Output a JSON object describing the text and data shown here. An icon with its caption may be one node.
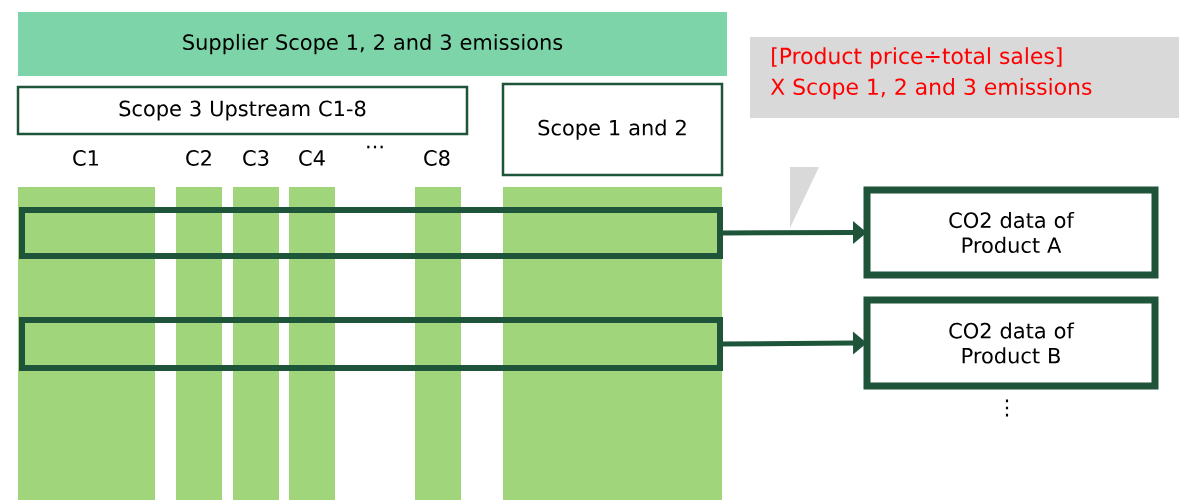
{
  "diagram": {
    "nodes": [
      {
        "text": [
          "Supplier Scope 1, 2 and 3 emissions"
        ]
      },
      {
        "text": [
          "Scope 3 Upstream C1-8"
        ]
      },
      {
        "text": [
          "Scope 1 and 2"
        ]
      },
      {
        "text": [
          "[Product price÷total sales]",
          "X Scope 1, 2 and 3 emissions"
        ]
      },
      {
        "text": [],
        "shape": "bar"
      },
      {
        "text": [],
        "shape": "bar"
      },
      {
        "text": [],
        "shape": "bar"
      },
      {
        "text": [],
        "shape": "bar"
      },
      {
        "text": [],
        "shape": "bar"
      },
      {
        "text": [],
        "shape": "bar"
      },
      {
        "text": [],
        "shape": "box"
      },
      {
        "text": [],
        "shape": "box"
      },
      {
        "text": [
          "CO2 data of Product A"
        ]
      },
      {
        "text": [
          "CO2 data of Product B"
        ]
      }
    ],
    "edges": [
      {
        "from": 10,
        "to": 12,
        "arrow": "to"
      },
      {
        "from": 11,
        "to": 13,
        "arrow": "to"
      }
    ],
    "labels": [
      "C1",
      "C2",
      "C3",
      "C4",
      "···",
      "C8",
      "⋮"
    ]
  }
}
